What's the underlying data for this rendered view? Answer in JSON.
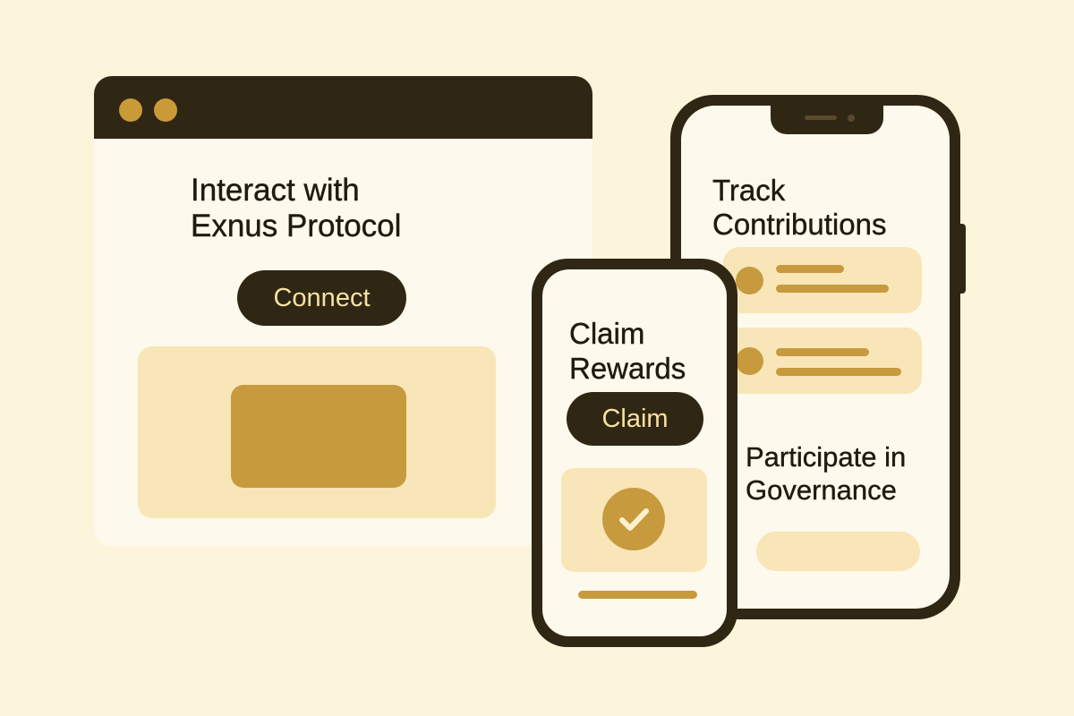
{
  "browser": {
    "title_line1": "Interact with",
    "title_line2": "Exnus Protocol",
    "connect_label": "Connect"
  },
  "phone_large": {
    "track_line1": "Track",
    "track_line2": "Contributions",
    "participate_line1": "Participate in",
    "participate_line2": "Governance"
  },
  "phone_small": {
    "claim_line1": "Claim",
    "claim_line2": "Rewards",
    "claim_label": "Claim"
  },
  "colors": {
    "background": "#fcf5dc",
    "dark": "#302614",
    "gold": "#c79a3e",
    "light_gold": "#f8e6b8",
    "button_text": "#f5e2a0"
  },
  "icons": {
    "check": "checkmark-icon",
    "window_dots": "window-dot-icon"
  }
}
